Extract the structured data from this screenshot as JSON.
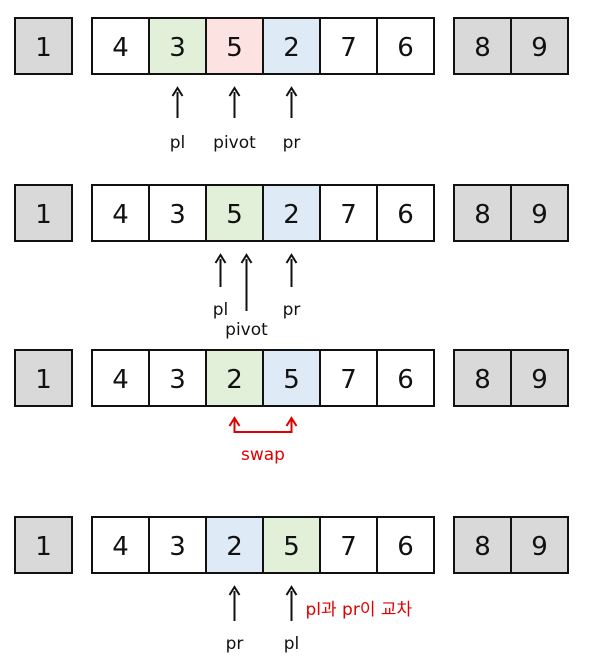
{
  "colors": {
    "sorted": "#d9d9d9",
    "white": "#ffffff",
    "green": "#e2efd9",
    "pink": "#fde2e2",
    "blue": "#deebf7",
    "annotation_red": "#e00000"
  },
  "rows": [
    {
      "left": "1",
      "cells": [
        {
          "v": "4",
          "c": "white"
        },
        {
          "v": "3",
          "c": "green"
        },
        {
          "v": "5",
          "c": "pink"
        },
        {
          "v": "2",
          "c": "blue"
        },
        {
          "v": "7",
          "c": "white"
        },
        {
          "v": "6",
          "c": "white"
        }
      ],
      "right": [
        "8",
        "9"
      ],
      "labels": {
        "pl": "pl",
        "pivot": "pivot",
        "pr": "pr"
      }
    },
    {
      "left": "1",
      "cells": [
        {
          "v": "4",
          "c": "white"
        },
        {
          "v": "3",
          "c": "white"
        },
        {
          "v": "5",
          "c": "green"
        },
        {
          "v": "2",
          "c": "blue"
        },
        {
          "v": "7",
          "c": "white"
        },
        {
          "v": "6",
          "c": "white"
        }
      ],
      "right": [
        "8",
        "9"
      ],
      "labels": {
        "pl": "pl",
        "pivot": "pivot",
        "pr": "pr"
      }
    },
    {
      "left": "1",
      "cells": [
        {
          "v": "4",
          "c": "white"
        },
        {
          "v": "3",
          "c": "white"
        },
        {
          "v": "2",
          "c": "green"
        },
        {
          "v": "5",
          "c": "blue"
        },
        {
          "v": "7",
          "c": "white"
        },
        {
          "v": "6",
          "c": "white"
        }
      ],
      "right": [
        "8",
        "9"
      ],
      "labels": {
        "swap": "swap"
      }
    },
    {
      "left": "1",
      "cells": [
        {
          "v": "4",
          "c": "white"
        },
        {
          "v": "3",
          "c": "white"
        },
        {
          "v": "2",
          "c": "blue"
        },
        {
          "v": "5",
          "c": "green"
        },
        {
          "v": "7",
          "c": "white"
        },
        {
          "v": "6",
          "c": "white"
        }
      ],
      "right": [
        "8",
        "9"
      ],
      "labels": {
        "pr": "pr",
        "pl": "pl",
        "note": "pl과 pr이 교차"
      }
    }
  ]
}
